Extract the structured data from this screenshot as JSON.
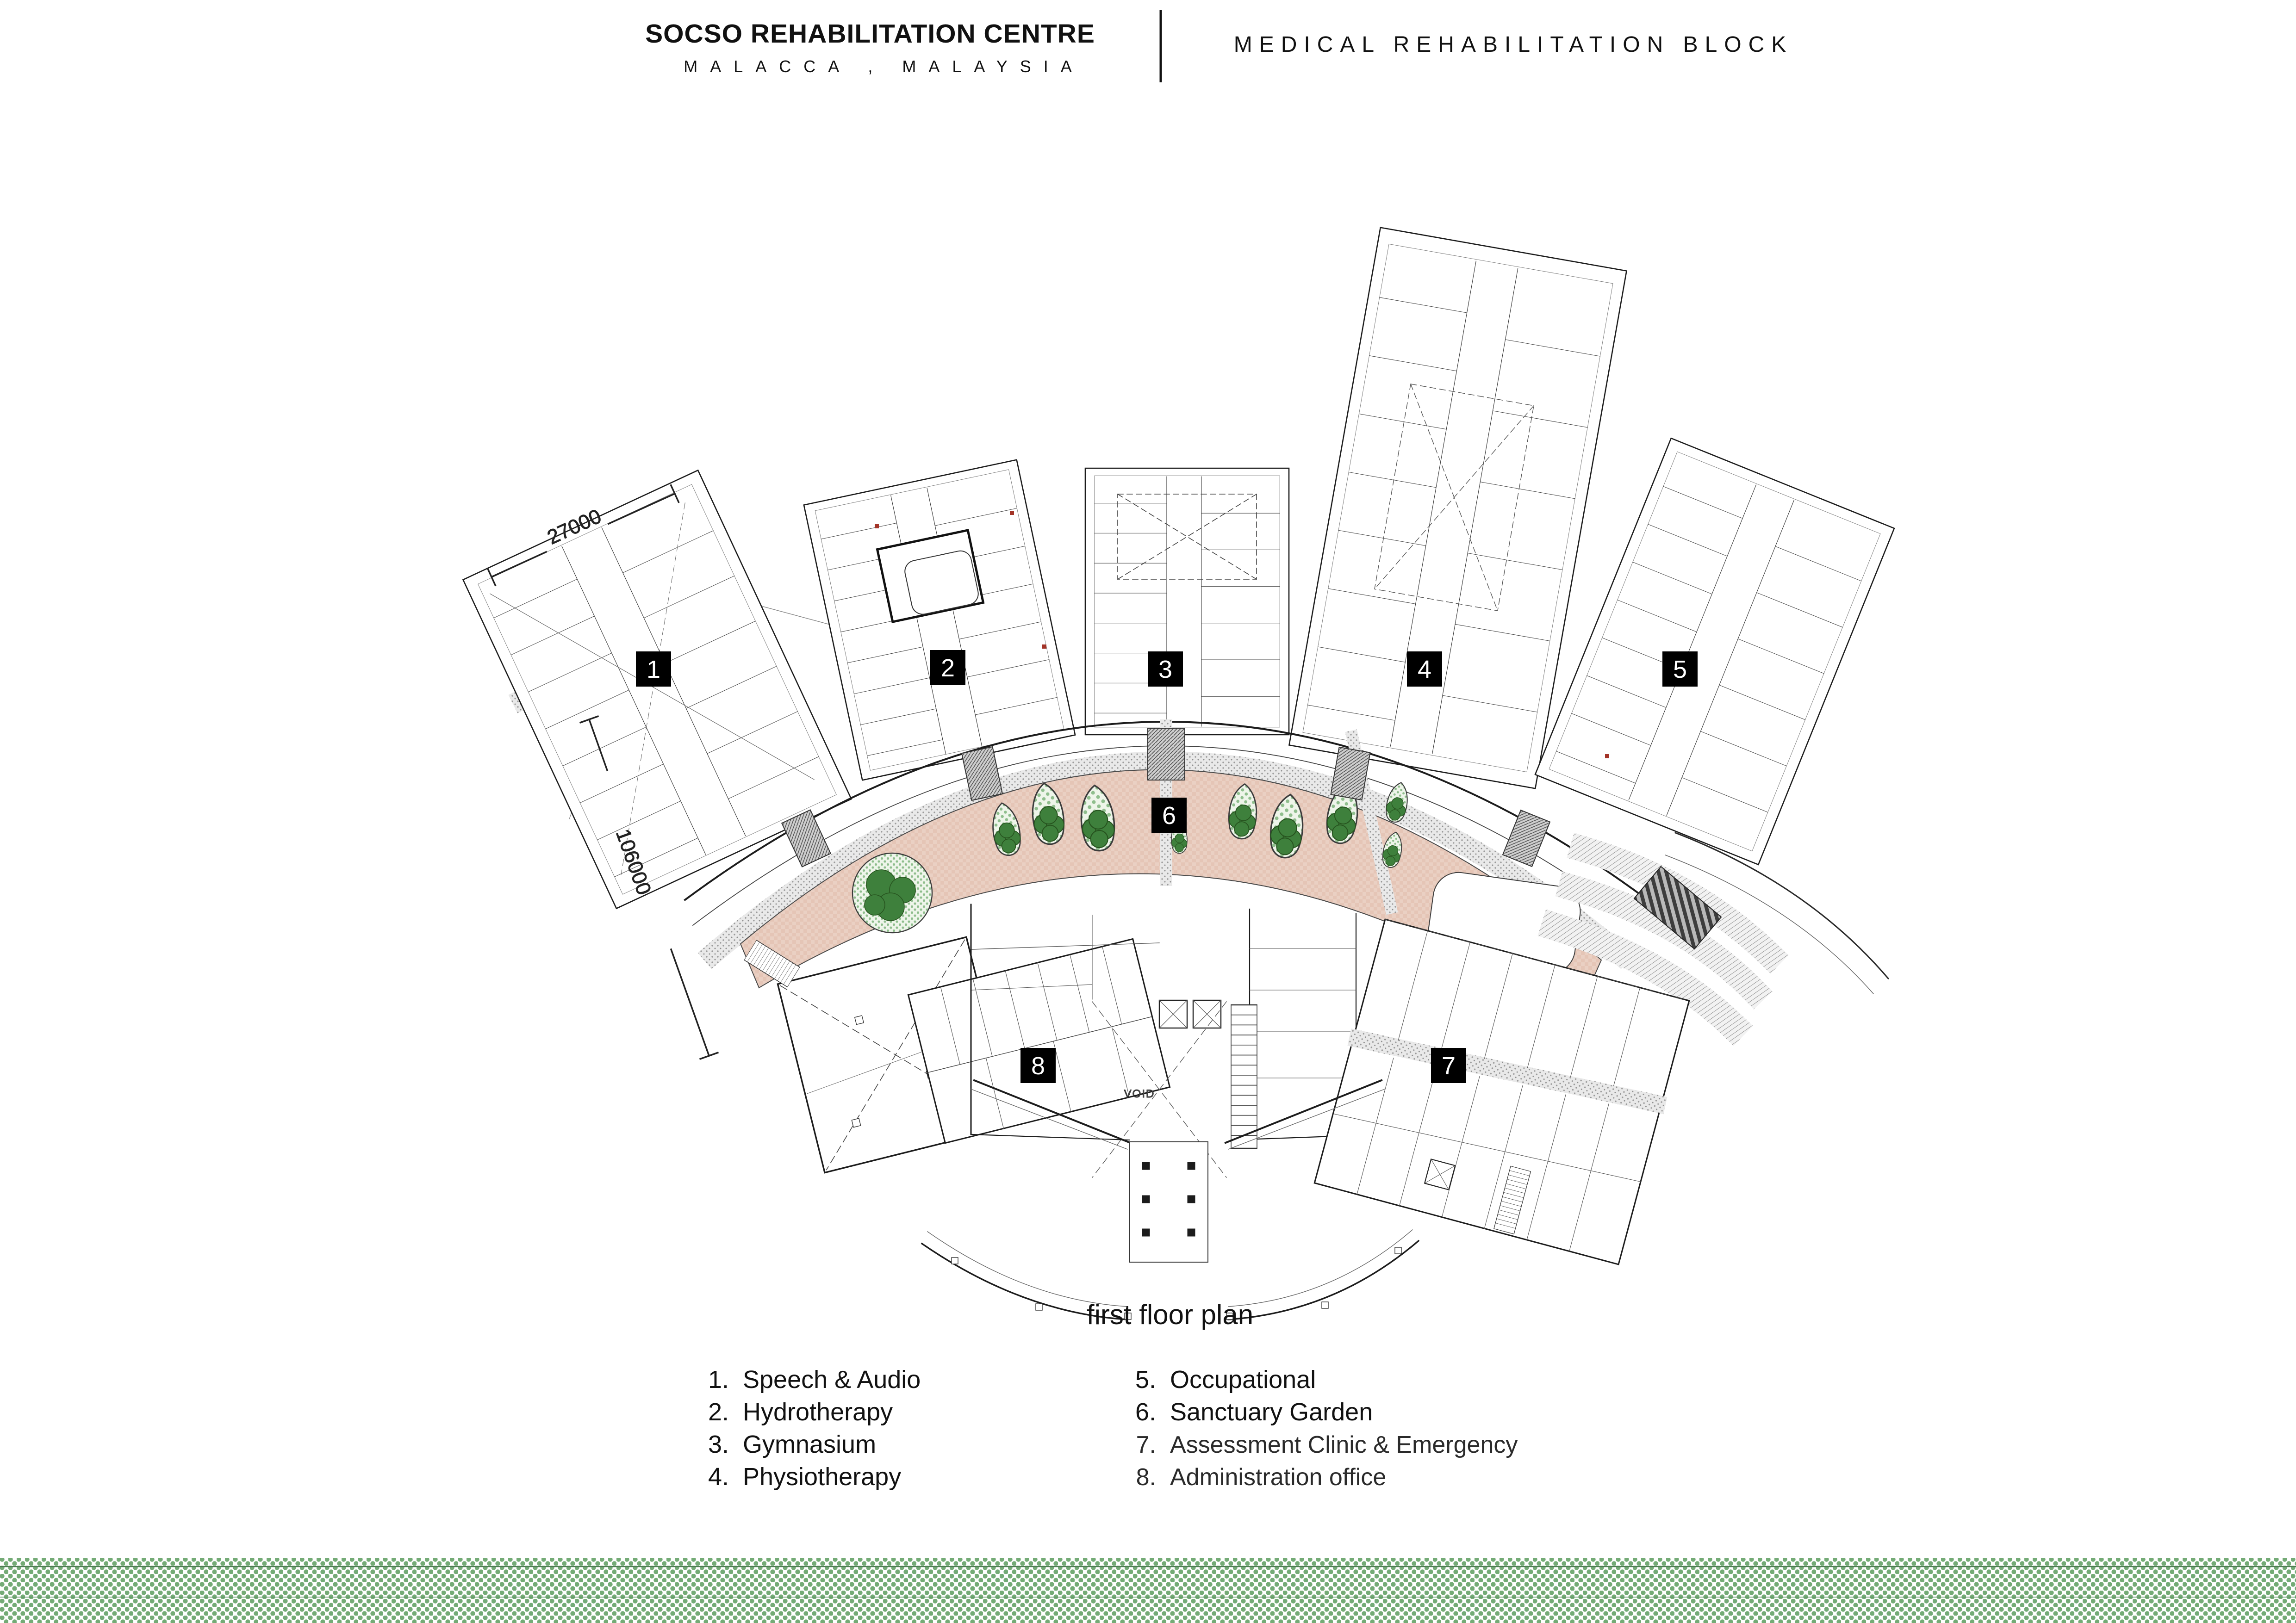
{
  "header": {
    "title": "SOCSO REHABILITATION CENTRE",
    "location": "MALACCA ,  MALAYSIA",
    "block": "MEDICAL REHABILITATION BLOCK"
  },
  "plan": {
    "caption": "first floor plan",
    "void_label": "VOID",
    "dim_width": "27000",
    "dim_height": "106000",
    "tags": [
      "1",
      "2",
      "3",
      "4",
      "5",
      "6",
      "7",
      "8"
    ]
  },
  "legend": {
    "items": [
      {
        "num": "1.",
        "label": "Speech & Audio"
      },
      {
        "num": "2.",
        "label": "Hydrotherapy"
      },
      {
        "num": "3.",
        "label": "Gymnasium"
      },
      {
        "num": "4.",
        "label": "Physiotherapy"
      },
      {
        "num": "5.",
        "label": "Occupational"
      },
      {
        "num": "6.",
        "label": "Sanctuary Garden"
      },
      {
        "num": "7.",
        "label": "Assessment Clinic & Emergency"
      },
      {
        "num": "8.",
        "label": "Administration office"
      }
    ]
  },
  "colors": {
    "garden": "#ead0c3",
    "garden_grid": "#dcb1a0",
    "tree": "#3e803c",
    "tree_edge": "#27541f",
    "tree_halo_dot": "#8fbe8d",
    "band_dot": "#74ab76",
    "band_line": "#4e7d52",
    "line": "#1c1c1c",
    "tag_bg": "#000000",
    "tag_fg": "#ffffff"
  }
}
